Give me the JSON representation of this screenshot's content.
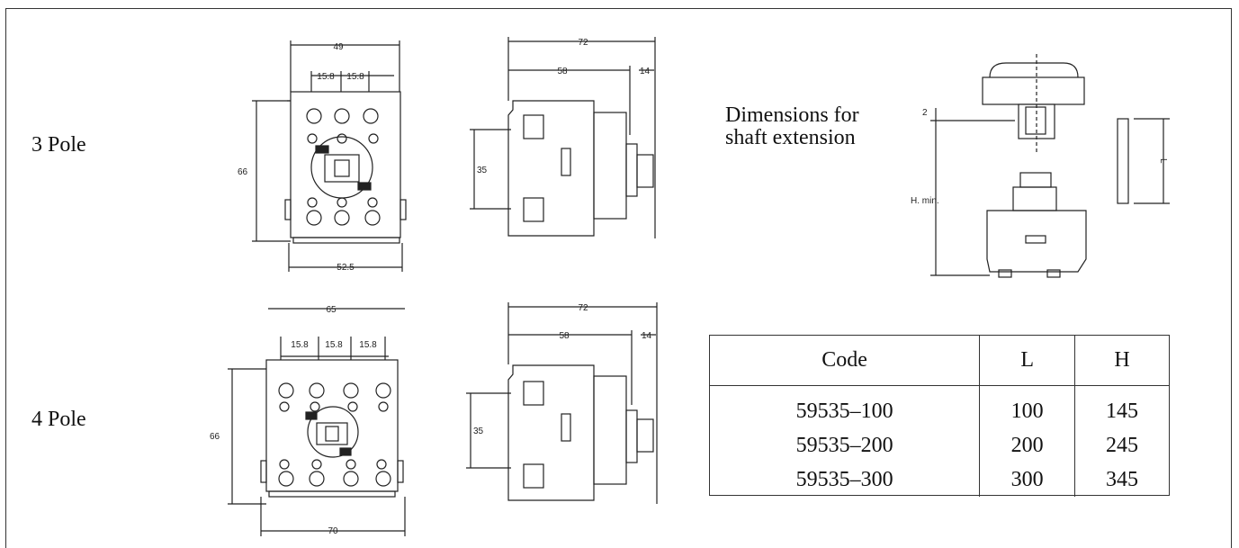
{
  "labels": {
    "pole3": "3 Pole",
    "pole4": "4 Pole",
    "shaft": "Dimensions for shaft extension"
  },
  "dims": {
    "p3_width": "49",
    "p3_pitch_a": "15.8",
    "p3_pitch_b": "15.8",
    "p3_height": "66",
    "p3_base": "52.5",
    "side_total": "72",
    "side_body": "58",
    "side_shaft": "14",
    "side_height": "35",
    "p4_width": "65",
    "p4_pitch_a": "15.8",
    "p4_pitch_b": "15.8",
    "p4_pitch_c": "15.8",
    "p4_height": "66",
    "p4_base": "70",
    "shaft_offset": "2",
    "shaft_hmin": "H. min.",
    "shaft_l": "L"
  },
  "table": {
    "headers": [
      "Code",
      "L",
      "H"
    ],
    "rows": [
      [
        "59535–100",
        "100",
        "145"
      ],
      [
        "59535–200",
        "200",
        "245"
      ],
      [
        "59535–300",
        "300",
        "345"
      ]
    ]
  }
}
